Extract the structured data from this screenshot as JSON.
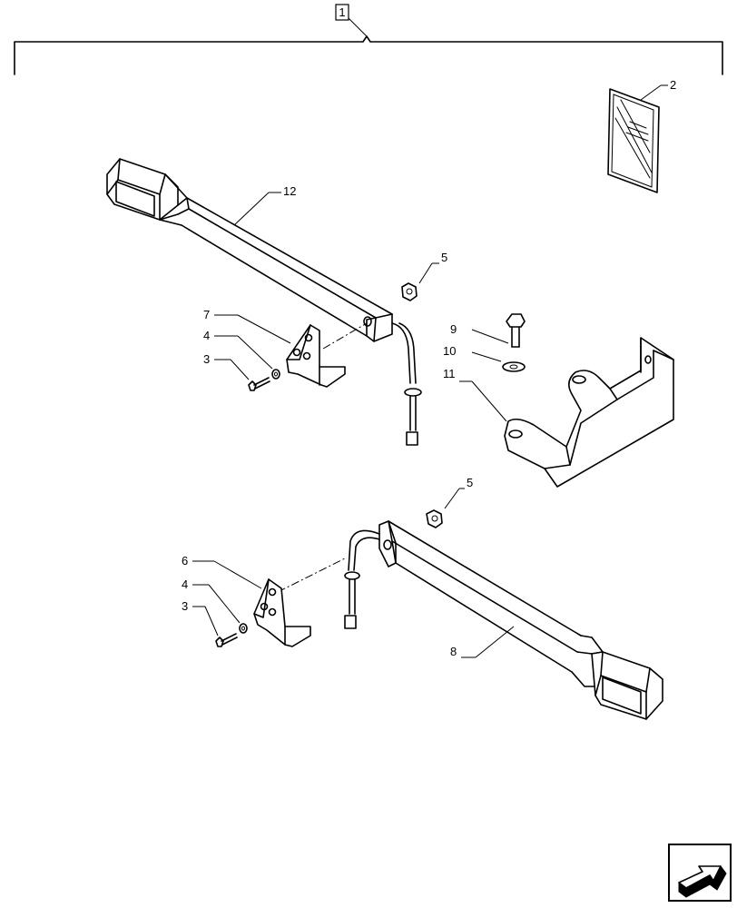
{
  "callouts": {
    "kit": "1",
    "manual": "2",
    "bolt_upper": "3",
    "washer_upper": "4",
    "nut_upper": "5",
    "bracket_right": "7",
    "bolt_9": "9",
    "washer_10": "10",
    "mount_11": "11",
    "arm_upper": "12",
    "bolt_lower": "3",
    "washer_lower": "4",
    "nut_lower": "5",
    "bracket_left": "6",
    "arm_lower": "8"
  },
  "nav": {
    "icon": "next-page-arrow-icon"
  }
}
